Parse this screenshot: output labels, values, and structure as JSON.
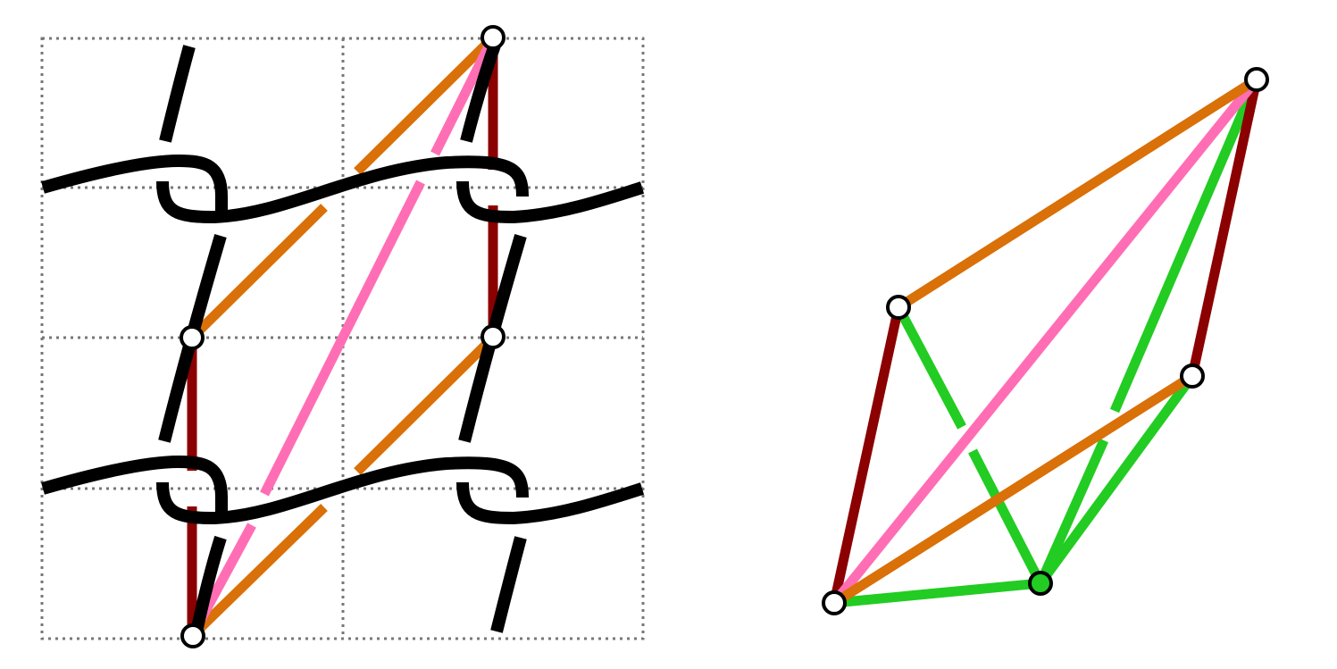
{
  "figure": {
    "panels": [
      {
        "id": "left",
        "kind": "tiled-knot-diagram",
        "grid": {
          "rows": 4,
          "cols": 2,
          "style": "dotted",
          "colour": "#777777"
        }
      },
      {
        "id": "right",
        "kind": "graph",
        "vertex_count": 5,
        "edge_count": 10
      }
    ],
    "colors": {
      "strand": "#000000",
      "dark_red": "#8b0000",
      "orange": "#d97008",
      "pink": "#ff6eb4",
      "green": "#22cc22",
      "vertex_fill": "#ffffff",
      "vertex_fill_highlight": "#22cc22",
      "vertex_stroke": "#000000"
    }
  }
}
